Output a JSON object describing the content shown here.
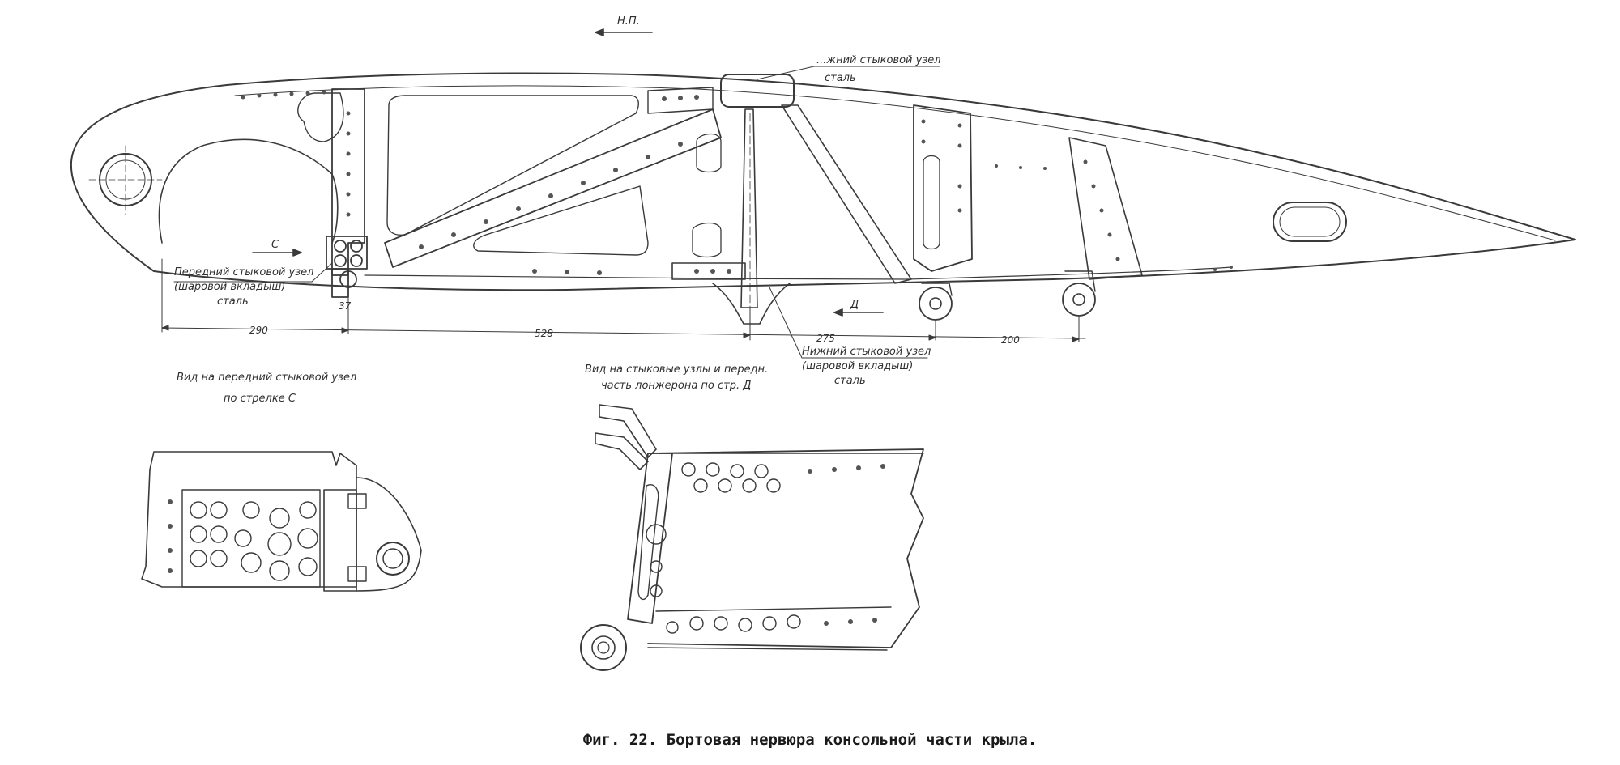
{
  "caption": "Фиг. 22. Бортовая нервюра консольной части крыла.",
  "labels": {
    "np": "Н.П.",
    "upper_joint_1": "...жний стыковой узел",
    "upper_joint_2": "сталь",
    "arrow_c": "С",
    "arrow_d": "Д",
    "front_joint_1": "Передний стыковой узел",
    "front_joint_2": "(шаровой вкладыш)",
    "front_joint_3": "сталь",
    "lower_joint_1": "Нижний стыковой узел",
    "lower_joint_2": "(шаровой вкладыш)",
    "lower_joint_3": "сталь",
    "view_c_1": "Вид на передний стыковой узел",
    "view_c_2": "по стрелке С",
    "view_d_1": "Вид на стыковые узлы и передн.",
    "view_d_2": "часть лонжерона по стр. Д"
  },
  "dimensions": {
    "d290": "290",
    "d528": "528",
    "d275": "275",
    "d200": "200",
    "d37": "37"
  }
}
